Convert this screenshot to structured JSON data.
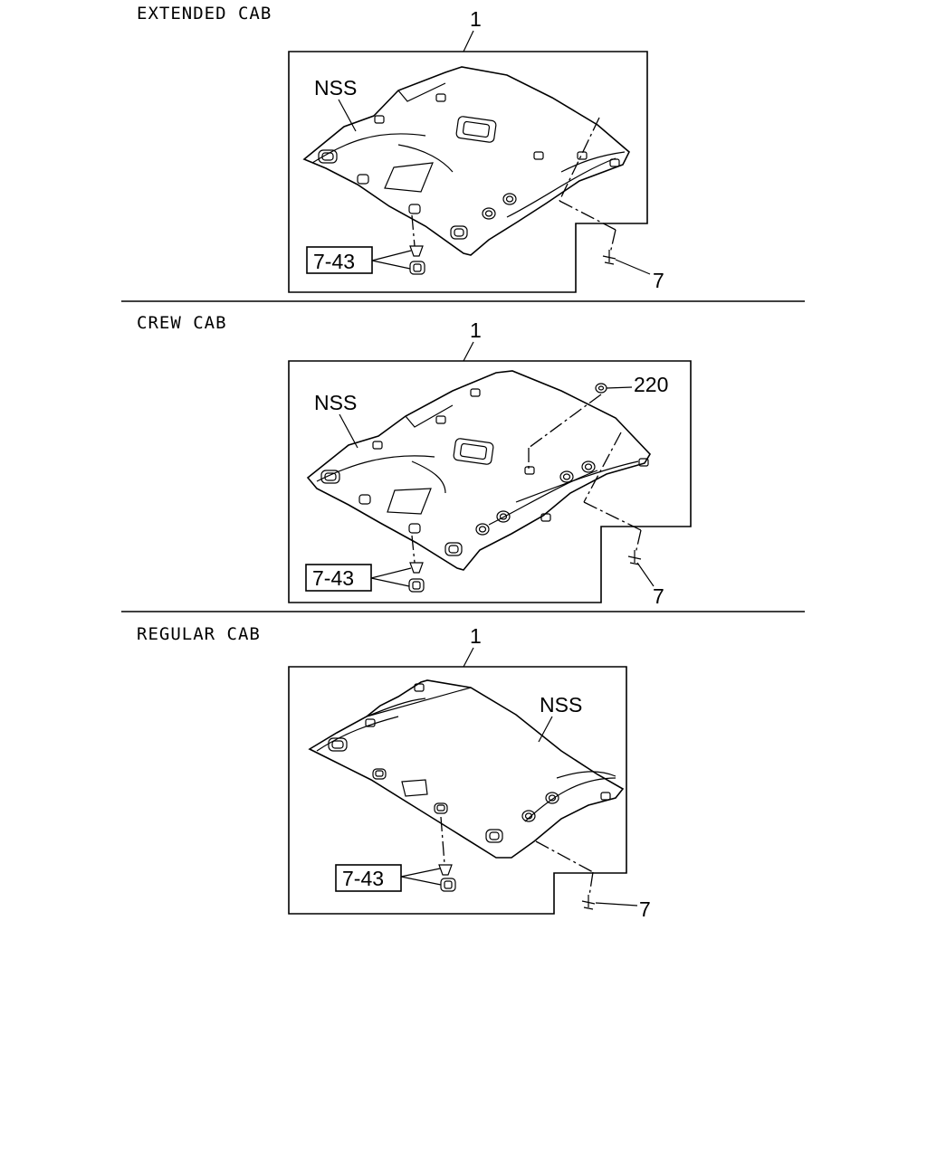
{
  "sections": [
    {
      "title": "EXTENDED CAB",
      "part_ref": "1",
      "nss": "NSS",
      "ref_box": "7-43",
      "screw": "7"
    },
    {
      "title": "CREW CAB",
      "part_ref": "1",
      "nss": "NSS",
      "ref_box": "7-43",
      "screw": "7",
      "extra": "220"
    },
    {
      "title": "REGULAR CAB",
      "part_ref": "1",
      "nss": "NSS",
      "ref_box": "7-43",
      "screw": "7"
    }
  ]
}
